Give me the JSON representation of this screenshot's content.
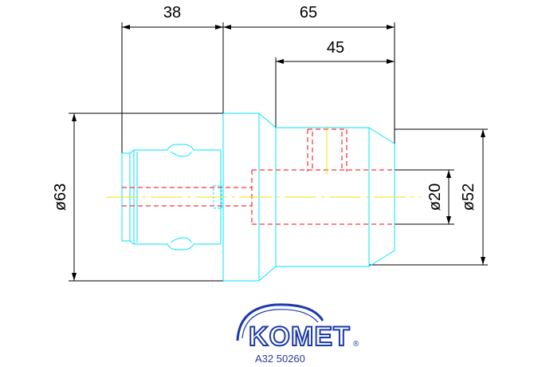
{
  "drawing": {
    "dimensions": {
      "length_38": "38",
      "length_65": "65",
      "length_45": "45",
      "diameter_63": "ø63",
      "diameter_20": "ø20",
      "diameter_52": "ø52"
    },
    "colors": {
      "outline": "#00e5ff",
      "hidden_lines": "#ff0000",
      "centerline": "#f2e600",
      "dimension_lines": "#000000",
      "logo_blue": "#1c3aa8"
    }
  },
  "logo": {
    "brand": "KOMET",
    "registered_mark": "®",
    "product_code": "A32 50260"
  }
}
